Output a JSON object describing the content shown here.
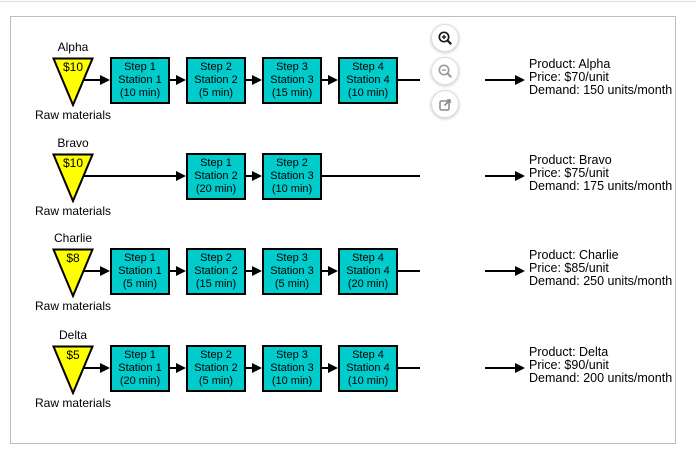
{
  "controls": {
    "zoom_in": {
      "icon": "magnifier-plus-icon"
    },
    "zoom_out": {
      "icon": "magnifier-minus-icon"
    },
    "open": {
      "icon": "external-link-icon"
    }
  },
  "products": [
    {
      "name": "Alpha",
      "cost": "$10",
      "raw_label": "Raw materials",
      "steps": [
        {
          "step": "Step 1",
          "station": "Station 1",
          "time": "(10 min)"
        },
        {
          "step": "Step 2",
          "station": "Station 2",
          "time": "(5 min)"
        },
        {
          "step": "Step 3",
          "station": "Station 3",
          "time": "(15 min)"
        },
        {
          "step": "Step 4",
          "station": "Station 4",
          "time": "(10 min)"
        }
      ],
      "info": {
        "product": "Product: Alpha",
        "price": "Price: $70/unit",
        "demand": "Demand: 150 units/month"
      }
    },
    {
      "name": "Bravo",
      "cost": "$10",
      "raw_label": "Raw materials",
      "steps": [
        {
          "step": "Step 1",
          "station": "Station 2",
          "time": "(20 min)"
        },
        {
          "step": "Step 2",
          "station": "Station 3",
          "time": "(10 min)"
        }
      ],
      "info": {
        "product": "Product: Bravo",
        "price": "Price: $75/unit",
        "demand": "Demand: 175 units/month"
      }
    },
    {
      "name": "Charlie",
      "cost": "$8",
      "raw_label": "Raw materials",
      "steps": [
        {
          "step": "Step 1",
          "station": "Station 1",
          "time": "(5 min)"
        },
        {
          "step": "Step 2",
          "station": "Station 2",
          "time": "(15 min)"
        },
        {
          "step": "Step 3",
          "station": "Station 3",
          "time": "(5 min)"
        },
        {
          "step": "Step 4",
          "station": "Station 4",
          "time": "(20 min)"
        }
      ],
      "info": {
        "product": "Product: Charlie",
        "price": "Price: $85/unit",
        "demand": "Demand: 250 units/month"
      }
    },
    {
      "name": "Delta",
      "cost": "$5",
      "raw_label": "Raw materials",
      "steps": [
        {
          "step": "Step 1",
          "station": "Station 1",
          "time": "(20 min)"
        },
        {
          "step": "Step 2",
          "station": "Station 2",
          "time": "(5 min)"
        },
        {
          "step": "Step 3",
          "station": "Station 3",
          "time": "(10 min)"
        },
        {
          "step": "Step 4",
          "station": "Station 4",
          "time": "(10 min)"
        }
      ],
      "info": {
        "product": "Product: Delta",
        "price": "Price: $90/unit",
        "demand": "Demand: 200 units/month"
      }
    }
  ],
  "colors": {
    "station_fill": "#00CCCC",
    "raw_material_fill": "#FFFF00",
    "connector": "#000000",
    "frame_border": "#BDBDBD"
  }
}
